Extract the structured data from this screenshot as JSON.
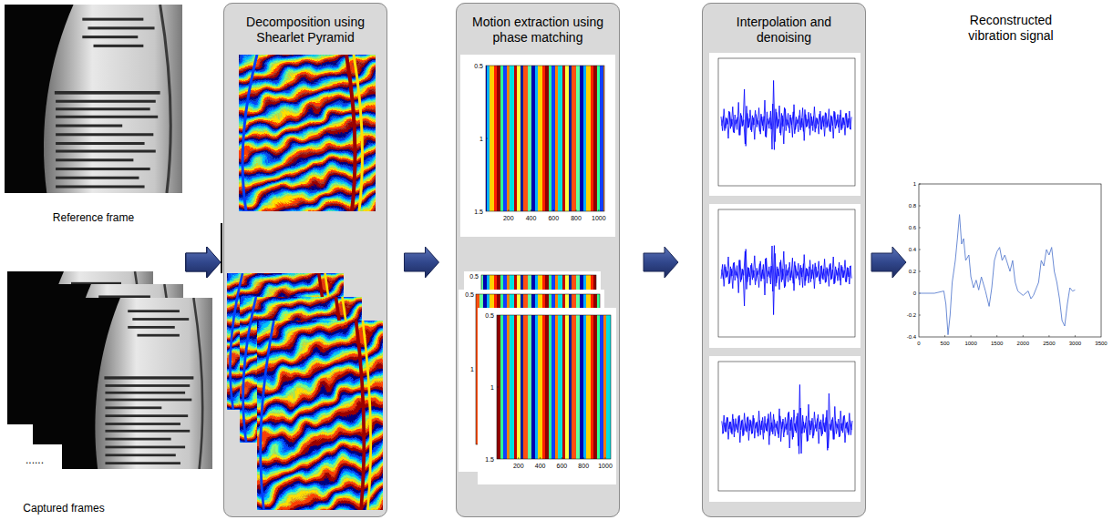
{
  "diagram": {
    "nodes": [
      {
        "text": [
          "Reference frame"
        ]
      },
      {
        "text": [
          "Captured frames"
        ]
      },
      {
        "text": [
          "Decomposition using Shearlet Pyramid"
        ]
      },
      {
        "text": [
          "Motion extraction using phase matching"
        ]
      },
      {
        "text": [
          "Interpolation and denoising"
        ]
      },
      {
        "text": [
          "Reconstructed vibration signal"
        ]
      }
    ],
    "edges": [
      {
        "from": 0,
        "to": 2,
        "arrow": "to"
      },
      {
        "from": 1,
        "to": 2,
        "arrow": "to"
      },
      {
        "from": 2,
        "to": 3,
        "arrow": "to"
      },
      {
        "from": 3,
        "to": 4,
        "arrow": "to"
      },
      {
        "from": 4,
        "to": 5,
        "arrow": "to"
      }
    ],
    "labels": [
      "......",
      "0.5",
      "1",
      "1.5",
      "200",
      "400",
      "600",
      "800",
      "1000",
      "0.5",
      "0.5",
      "1",
      "0.5",
      "1",
      "1.5",
      "200",
      "400",
      "600",
      "800",
      "1000",
      "1",
      "0.8",
      "0.6",
      "0.4",
      "0.2",
      "0",
      "-0.2",
      "-0.4",
      "0",
      "500",
      "1000",
      "1500",
      "2000",
      "2500",
      "3000",
      "3500"
    ]
  }
}
